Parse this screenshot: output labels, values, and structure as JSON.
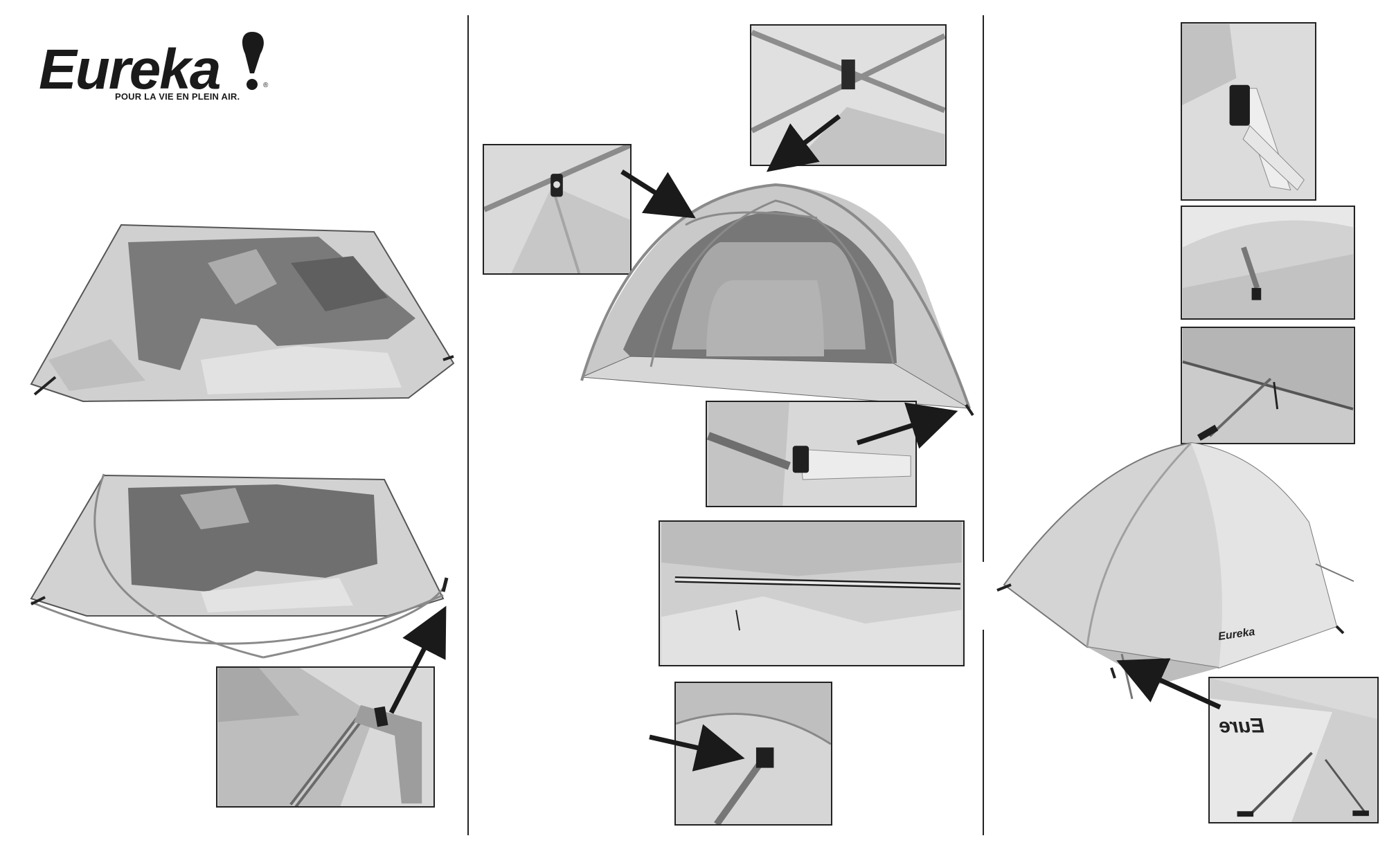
{
  "brand": {
    "name": "Eureka",
    "tagline": "POUR LA VIE EN PLEIN AIR.",
    "registered_mark": "®"
  },
  "colors": {
    "ink": "#1a1a1a",
    "fabric_light": "#d6d6d6",
    "fabric_mid": "#a9a9a9",
    "mesh_dark": "#6f6f6f",
    "pole": "#8a8a8a"
  },
  "panels": [
    {
      "id": "left",
      "steps": [
        "spread-tent-body",
        "insert-poles-into-corner-grommets"
      ]
    },
    {
      "id": "middle",
      "steps": [
        "clip-tent-to-poles",
        "attach-corner-buckles",
        "pole-in-fly-sleeve",
        "fly-velcro-tab"
      ]
    },
    {
      "id": "right",
      "steps": [
        "fly-strap-buckle",
        "fly-vent-strut",
        "vent-prop",
        "completed-tent-with-fly",
        "vestibule-stake"
      ]
    }
  ],
  "fly_print": "Eureka",
  "fly_print_reversed": "Eure"
}
